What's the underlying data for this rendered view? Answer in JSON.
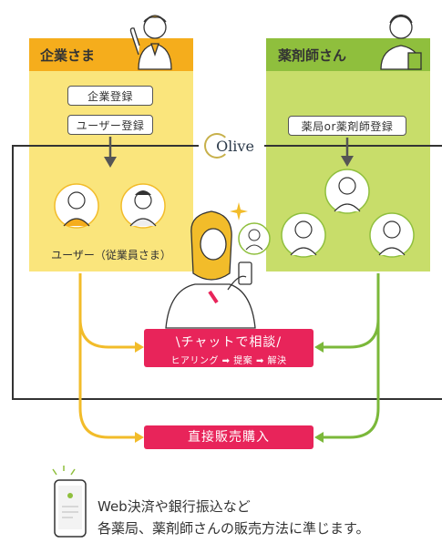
{
  "colors": {
    "corp_header": "#f5ad1c",
    "corp_body": "#fae57c",
    "pharm_header": "#8fbf3d",
    "pharm_body": "#c8dd6a",
    "accent": "#e8245a",
    "corp_arrow": "#f2bc2a",
    "pharm_arrow": "#7bb83a",
    "line": "#333333"
  },
  "corporate": {
    "title": "企業さま",
    "steps": [
      "企業登録",
      "ユーザー登録"
    ],
    "user_caption": "ユーザー（従業員さま）"
  },
  "pharmacy": {
    "title": "薬剤師さん",
    "step": "薬局or薬剤師登録"
  },
  "brand": {
    "logo_text": "Olive"
  },
  "chat": {
    "title": "\\チャットで相談/",
    "flow": [
      "ヒアリング",
      "提案",
      "解決"
    ],
    "arrow_glyph": "➡"
  },
  "purchase": {
    "label": "直接販売購入"
  },
  "footer": {
    "line1": "Web決済や銀行振込など",
    "line2": "各薬局、薬剤師さんの販売方法に準じます。"
  },
  "icons": [
    "businessman-icon",
    "pharmacist-icon",
    "employee-avatar-icon",
    "smartphone-user-icon",
    "smartphone-icon",
    "sparkle-icon"
  ]
}
